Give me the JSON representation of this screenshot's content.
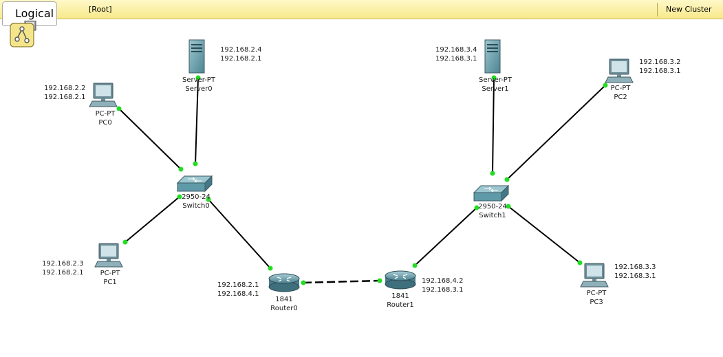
{
  "toolbar": {
    "logical_label": "Logical",
    "root_label": "[Root]",
    "new_cluster_label": "New Cluster"
  },
  "devices": {
    "server0": {
      "type": "Server-PT",
      "name": "Server0",
      "ip": "192.168.2.4",
      "gateway": "192.168.2.1"
    },
    "server1": {
      "type": "Server-PT",
      "name": "Server1",
      "ip": "192.168.3.4",
      "gateway": "192.168.3.1"
    },
    "pc0": {
      "type": "PC-PT",
      "name": "PC0",
      "ip": "192.168.2.2",
      "gateway": "192.168.2.1"
    },
    "pc1": {
      "type": "PC-PT",
      "name": "PC1",
      "ip": "192.168.2.3",
      "gateway": "192.168.2.1"
    },
    "pc2": {
      "type": "PC-PT",
      "name": "PC2",
      "ip": "192.168.3.2",
      "gateway": "192.168.3.1"
    },
    "pc3": {
      "type": "PC-PT",
      "name": "PC3",
      "ip": "192.168.3.3",
      "gateway": "192.168.3.1"
    },
    "switch0": {
      "type": "2950-24",
      "name": "Switch0"
    },
    "switch1": {
      "type": "2950-24",
      "name": "Switch1"
    },
    "router0": {
      "type": "1841",
      "name": "Router0",
      "ip": "192.168.2.1",
      "gateway": "192.168.4.1"
    },
    "router1": {
      "type": "1841",
      "name": "Router1",
      "ip": "192.168.4.2",
      "gateway": "192.168.3.1"
    }
  },
  "colors": {
    "toolbar_bg": "#f7e98a",
    "link_line": "#000000",
    "link_status": "#22dd22",
    "device_teal": "#5f9aa8"
  }
}
